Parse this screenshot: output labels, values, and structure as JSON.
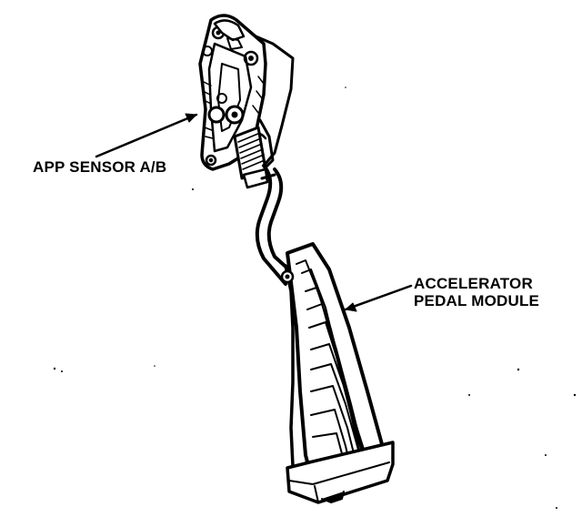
{
  "labels": {
    "app_sensor": "APP SENSOR A/B",
    "pedal_module_line1": "ACCELERATOR",
    "pedal_module_line2": "PEDAL MODULE"
  },
  "colors": {
    "ink": "#000000",
    "paper": "#ffffff"
  }
}
